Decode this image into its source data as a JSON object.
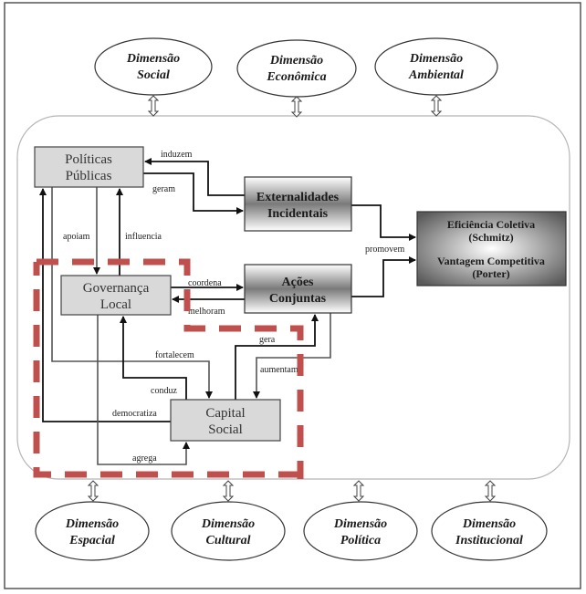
{
  "dimensions_top": [
    {
      "line1": "Dimensão",
      "line2": "Social"
    },
    {
      "line1": "Dimensão",
      "line2": "Econômica"
    },
    {
      "line1": "Dimensão",
      "line2": "Ambiental"
    }
  ],
  "dimensions_bottom": [
    {
      "line1": "Dimensão",
      "line2": "Espacial"
    },
    {
      "line1": "Dimensão",
      "line2": "Cultural"
    },
    {
      "line1": "Dimensão",
      "line2": "Política"
    },
    {
      "line1": "Dimensão",
      "line2": "Institucional"
    }
  ],
  "boxes": {
    "politicas": {
      "line1": "Políticas",
      "line2": "Públicas"
    },
    "externalidades": {
      "line1": "Externalidades",
      "line2": "Incidentais"
    },
    "acoes": {
      "line1": "Ações",
      "line2": "Conjuntas"
    },
    "governanca": {
      "line1": "Governança",
      "line2": "Local"
    },
    "capital": {
      "line1": "Capital",
      "line2": "Social"
    },
    "eficiencia": {
      "line1": "Eficiência Coletiva",
      "line2": "(Schmitz)",
      "line3": "Vantagem Competitiva",
      "line4": "(Porter)"
    }
  },
  "edge_labels": {
    "induzem": "induzem",
    "geram": "geram",
    "apoiam": "apoiam",
    "influencia": "influencia",
    "promovem": "promovem",
    "coordena": "coordena",
    "melhoram": "melhoram",
    "gera": "gera",
    "fortalecem": "fortalecem",
    "aumentam": "aumentam",
    "conduz": "conduz",
    "democratiza": "democratiza",
    "agrega": "agrega"
  },
  "colors": {
    "highlight_dash": "#c0504d",
    "box_fill": "#d9d9d9"
  }
}
